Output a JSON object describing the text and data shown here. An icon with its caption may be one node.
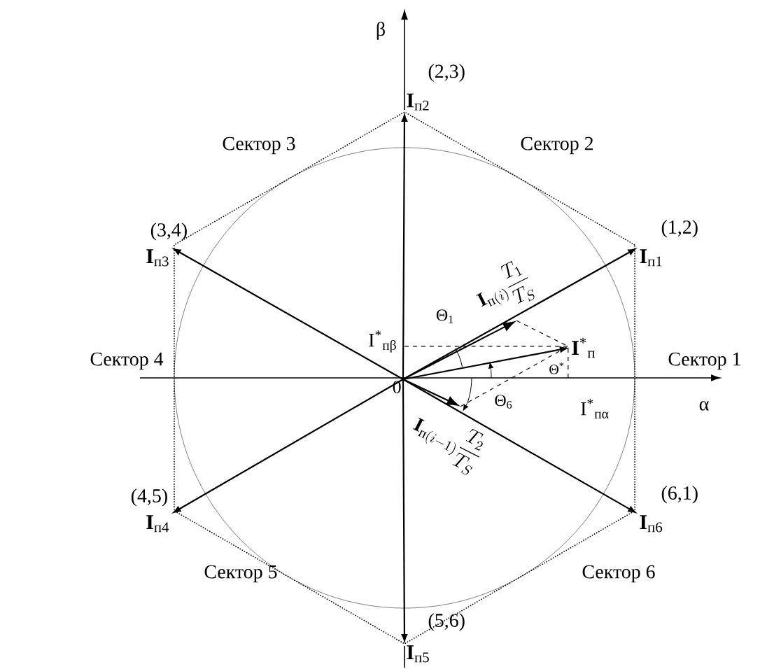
{
  "diagram": {
    "nodes": [
      {
        "text": [
          "0"
        ]
      },
      {
        "text": [
          "**I**$_{п1}$"
        ],
        "beside": [
          "(1,2)"
        ]
      },
      {
        "text": [
          "**I**$_{п2}$"
        ],
        "beside": [
          "(2,3)"
        ]
      },
      {
        "text": [
          "**I**$_{п3}$"
        ],
        "beside": [
          "(3,4)"
        ]
      },
      {
        "text": [
          "**I**$_{п4}$"
        ],
        "beside": [
          "(4,5)"
        ]
      },
      {
        "text": [
          "**I**$_{п5}$"
        ],
        "beside": [
          "(5,6)"
        ]
      },
      {
        "text": [
          "**I**$_{п6}$"
        ],
        "beside": [
          "(6,1)"
        ]
      },
      {
        "text": [
          "**I**$^{*}$$_{п}$"
        ]
      }
    ],
    "edges": [
      {
        "from": 0,
        "to": 1,
        "arrow": "to"
      },
      {
        "from": 0,
        "to": 2,
        "arrow": "to"
      },
      {
        "from": 0,
        "to": 3,
        "arrow": "to"
      },
      {
        "from": 0,
        "to": 4,
        "arrow": "to"
      },
      {
        "from": 0,
        "to": 5,
        "arrow": "to"
      },
      {
        "from": 0,
        "to": 6,
        "arrow": "to"
      },
      {
        "from": 0,
        "to": 7,
        "arrow": "to"
      },
      {
        "from": 0,
        "to": null,
        "arrow": "to",
        "label": "\\mathbf{I}_{\\text{п}(i)}\\dfrac{T_1}{T_S}"
      },
      {
        "from": 0,
        "to": null,
        "arrow": "to",
        "label": "\\mathbf{I}_{\\text{п}(i-1)}\\dfrac{T_2}{T_S}"
      }
    ],
    "labels": [
      "β",
      "Сектор 3",
      "Сектор 2",
      "Θ$_{1}$",
      "I$^{*}$$_{пβ}$",
      "Сектор 4",
      "Θ$^{*}$",
      "Сектор 1",
      "Θ$_{6}$",
      "I$^{*}$$_{пα}$",
      "α",
      "Сектор 5",
      "Сектор 6"
    ]
  }
}
